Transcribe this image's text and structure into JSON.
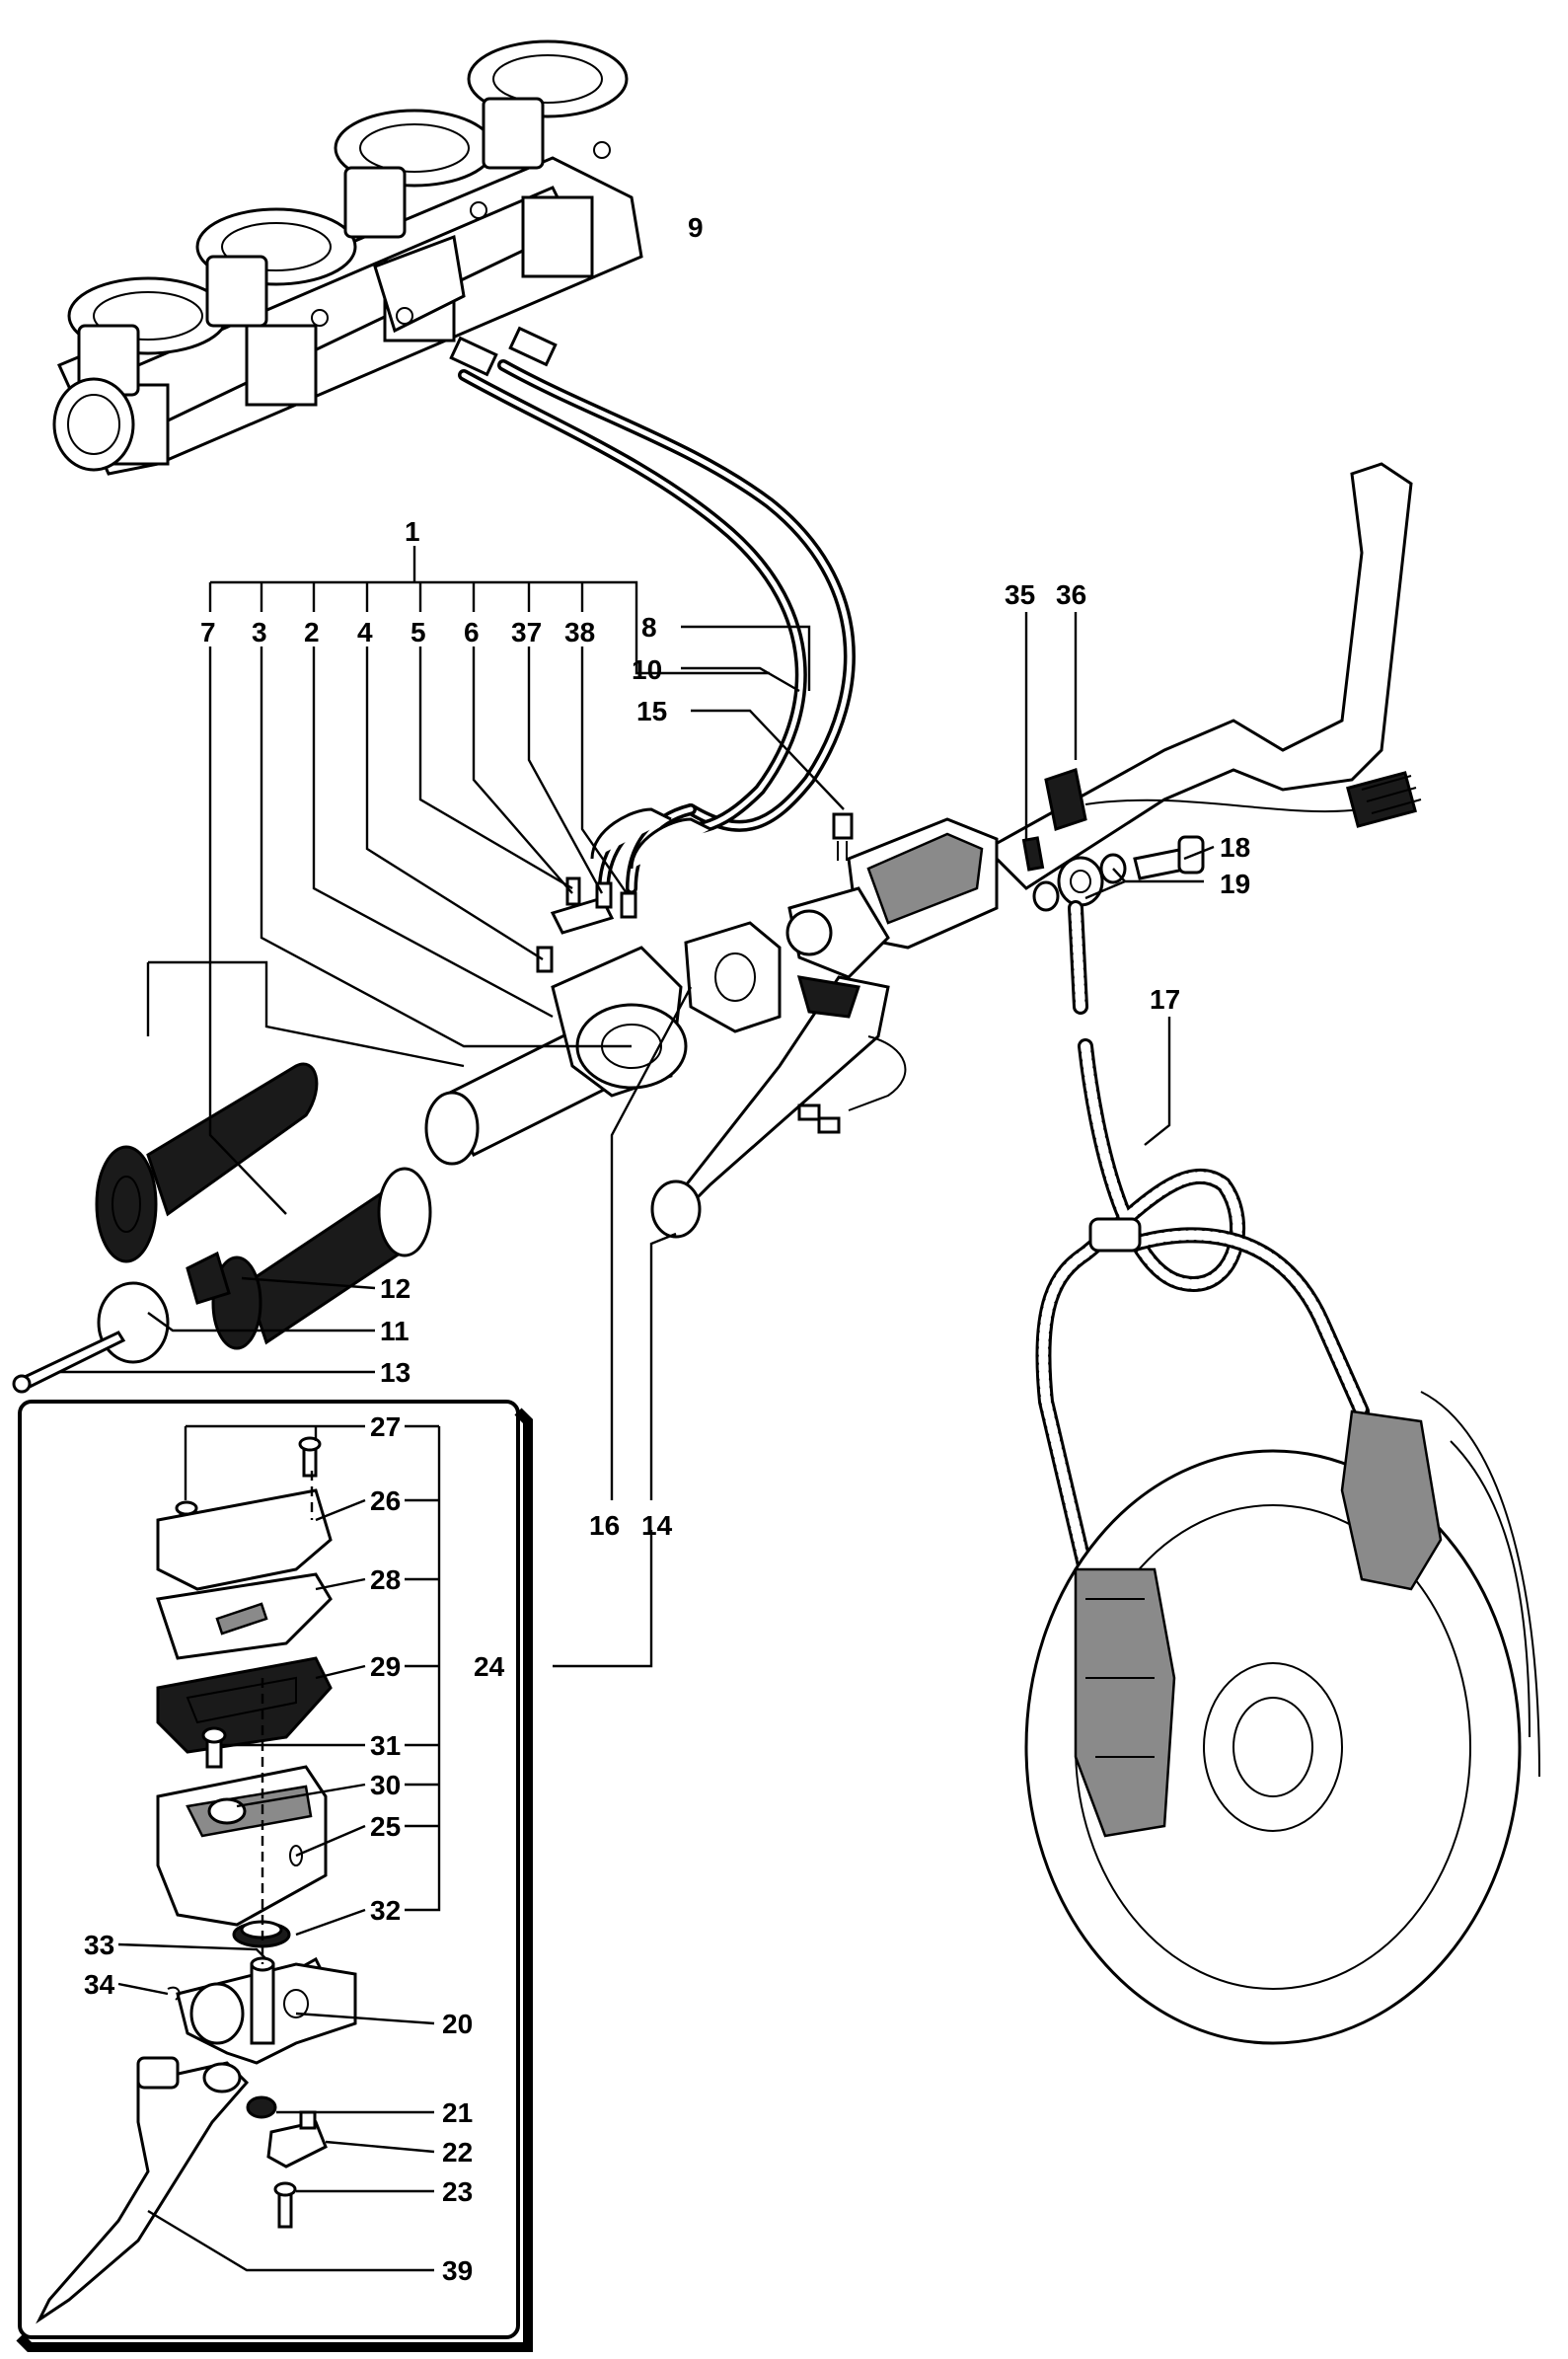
{
  "labels": {
    "l1": "1",
    "l2": "2",
    "l3": "3",
    "l4": "4",
    "l5": "5",
    "l6": "6",
    "l7": "7",
    "l8": "8",
    "l9": "9",
    "l10": "10",
    "l11": "11",
    "l12": "12",
    "l13": "13",
    "l14": "14",
    "l15": "15",
    "l16": "16",
    "l17": "17",
    "l18": "18",
    "l19": "19",
    "l20": "20",
    "l21": "21",
    "l22": "22",
    "l23": "23",
    "l24": "24",
    "l25": "25",
    "l26": "26",
    "l27": "27",
    "l28": "28",
    "l29": "29",
    "l30": "30",
    "l31": "31",
    "l32": "32",
    "l33": "33",
    "l34": "34",
    "l35": "35",
    "l36": "36",
    "l37": "37",
    "l38": "38",
    "l39": "39"
  },
  "colors": {
    "ink": "#000000",
    "paper": "#ffffff",
    "rubber": "#1a1a1a",
    "shade": "#8a8a8a"
  }
}
